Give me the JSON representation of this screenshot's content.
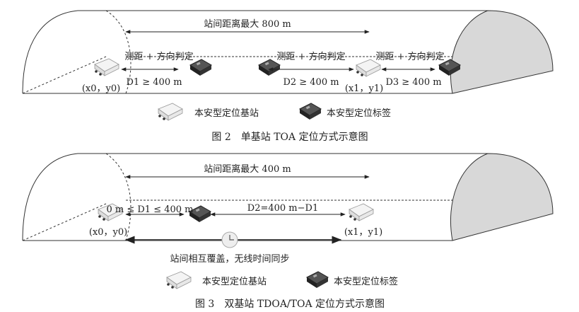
{
  "figure2": {
    "max_distance_label": "站间距离最大 800 m",
    "ranging_labels": [
      "测距 + 方向判定",
      "测距 + 方向判定",
      "测距 + 方向判定"
    ],
    "distance_labels": [
      "D1 ≥ 400 m",
      "D2 ≥ 400 m",
      "D3 ≥ 400 m"
    ],
    "station_coords": [
      "(x0，y0)",
      "(x1，y1)"
    ],
    "legend": {
      "base_station": "本安型定位基站",
      "tag": "本安型定位标签"
    },
    "caption": "图 2　单基站 TOA 定位方式示意图"
  },
  "figure3": {
    "max_distance_label": "站间距离最大 400 m",
    "d1_label": "0 m ≤ D1 ≤ 400 m",
    "d2_label": "D2=400 m−D1",
    "station_coords": [
      "(x0，y0)",
      "(x1，y1)"
    ],
    "sync_label": "站间相互覆盖，无线时间同步",
    "legend": {
      "base_station": "本安型定位基站",
      "tag": "本安型定位标签"
    },
    "caption": "图 3　双基站 TDOA/TOA 定位方式示意图"
  }
}
